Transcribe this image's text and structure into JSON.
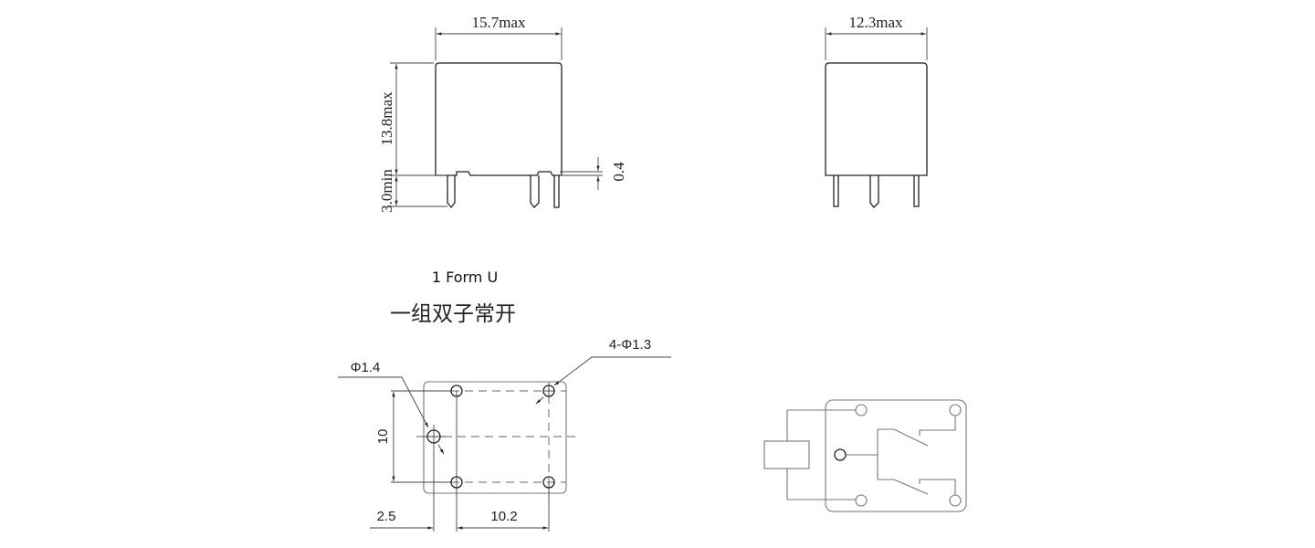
{
  "front_view": {
    "width_label": "15.7max",
    "height_label": "13.8max",
    "pin_length_label": "3.0min",
    "standoff_label": "0.4"
  },
  "side_view": {
    "width_label": "12.3max"
  },
  "contact_form": {
    "title": "1 Form U",
    "subtitle": "一组双子常开"
  },
  "pcb_layout": {
    "large_hole_label": "Φ1.4",
    "small_holes_label": "4-Φ1.3",
    "vertical_pitch_label": "10",
    "offset_label": "2.5",
    "horizontal_pitch_label": "10.2"
  }
}
